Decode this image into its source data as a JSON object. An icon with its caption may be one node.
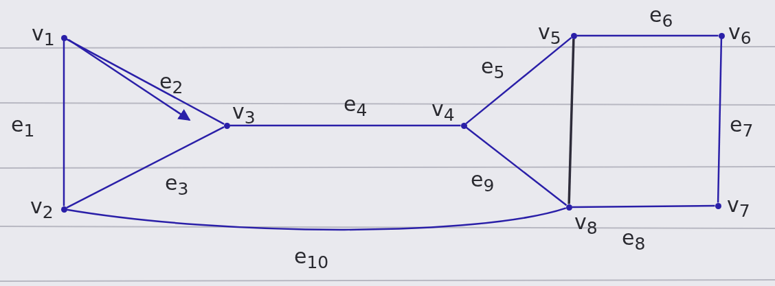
{
  "diagram": {
    "nodes": [
      {
        "text": [
          "v$_{1}$"
        ]
      },
      {
        "text": [
          "v$_{2}$"
        ]
      },
      {
        "text": [
          "v$_{3}$"
        ]
      },
      {
        "text": [
          "v$_{4}$"
        ]
      },
      {
        "text": [
          "v$_{5}$"
        ]
      },
      {
        "text": [
          "v$_{6}$"
        ]
      },
      {
        "text": [
          "v$_{7}$"
        ]
      },
      {
        "text": [
          "v$_{8}$"
        ]
      }
    ],
    "edges": [
      {
        "from": 0,
        "to": 1,
        "arrow": "none",
        "label": "e$_{1}$"
      },
      {
        "from": 0,
        "to": 2,
        "arrow": "none",
        "label": "e$_{2}$"
      },
      {
        "from": 1,
        "to": 2,
        "arrow": "none",
        "label": "e$_{3}$"
      },
      {
        "from": 2,
        "to": 3,
        "arrow": "none",
        "label": "e$_{4}$"
      },
      {
        "from": 3,
        "to": 4,
        "arrow": "none",
        "label": "e$_{5}$"
      },
      {
        "from": 4,
        "to": 5,
        "arrow": "none",
        "label": "e$_{6}$"
      },
      {
        "from": 5,
        "to": 6,
        "arrow": "none",
        "label": "e$_{7}$"
      },
      {
        "from": 6,
        "to": 7,
        "arrow": "none",
        "label": "e$_{8}$"
      },
      {
        "from": 3,
        "to": 7,
        "arrow": "none",
        "label": "e$_{9}$"
      },
      {
        "from": 1,
        "to": 7,
        "arrow": "none",
        "label": "e$_{10}$"
      },
      {
        "from": 4,
        "to": 7,
        "arrow": "none",
        "color": "#2e2c3a"
      }
    ]
  }
}
